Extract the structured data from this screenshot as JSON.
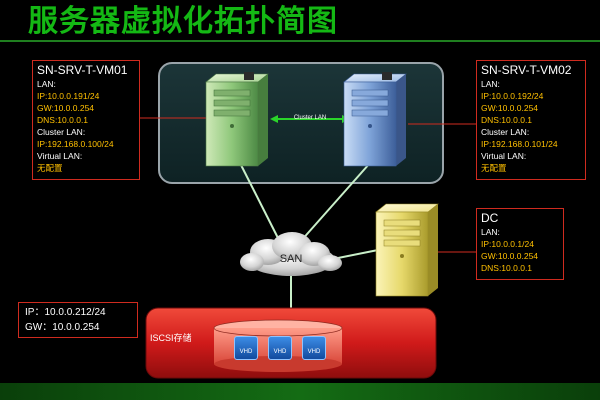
{
  "title": "服务器虚拟化拓扑简图",
  "colors": {
    "title": "#14b814",
    "box_border": "#cf2b1f",
    "highlight_text": "#ffc000",
    "link_line": "#c9efc9",
    "storage_red": "#d01a1a"
  },
  "servers": {
    "vm01": {
      "name": "SN-SRV-T-VM01",
      "lines": [
        "LAN:",
        "IP:10.0.0.191/24",
        "GW:10.0.0.254",
        "DNS:10.0.0.1",
        "Cluster LAN:",
        "IP:192.168.0.100/24",
        "Virtual LAN:"
      ],
      "status": "无配置"
    },
    "vm02": {
      "name": "SN-SRV-T-VM02",
      "lines": [
        "LAN:",
        "IP:10.0.0.192/24",
        "GW:10.0.0.254",
        "DNS:10.0.0.1",
        "Cluster LAN:",
        "IP:192.168.0.101/24",
        "Virtual LAN:"
      ],
      "status": "无配置"
    },
    "dc": {
      "name": "DC",
      "lines": [
        "LAN:",
        "IP:10.0.0.1/24",
        "GW:10.0.0.254",
        "DNS:10.0.0.1"
      ]
    }
  },
  "cluster_lan_label": "Cluster LAN",
  "san_label": "SAN",
  "storage": {
    "ip": "IP：10.0.0.212/24",
    "gw": "GW：10.0.0.254",
    "label": "ISCSI存储",
    "disks": [
      "VHD",
      "VHD",
      "VHD"
    ]
  },
  "icons": [
    "server-tower-icon",
    "cloud-icon",
    "disk-icon"
  ]
}
